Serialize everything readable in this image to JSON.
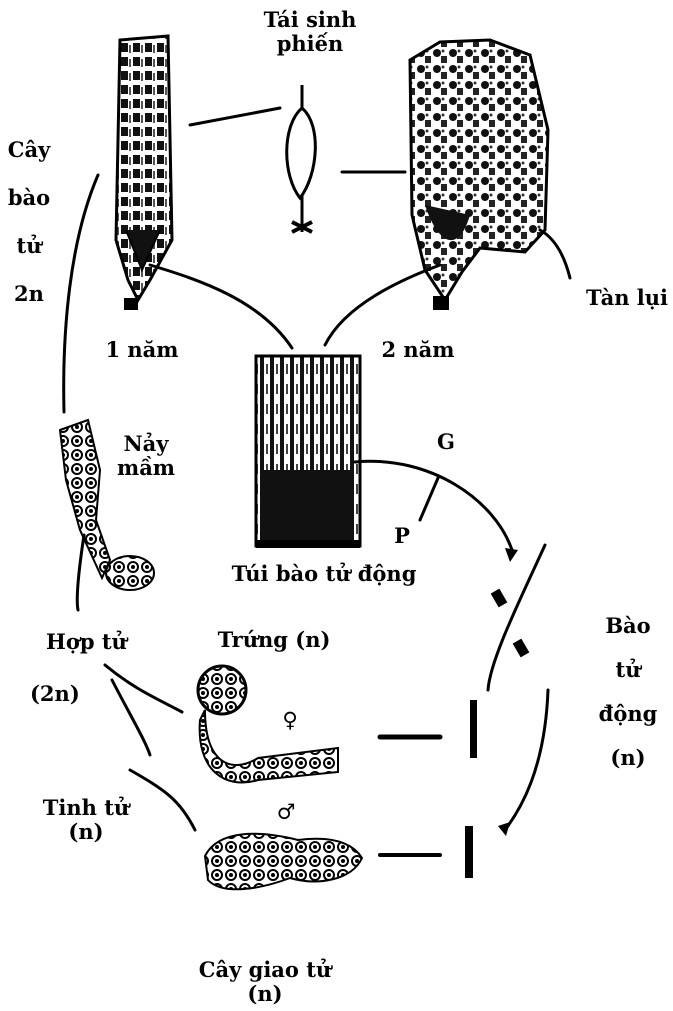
{
  "labels": {
    "regen_line1": "Tái sinh",
    "regen_line2": "phiến",
    "sporophyte_line1": "Cây",
    "sporophyte_line2": "bào",
    "sporophyte_line3": "tử",
    "sporophyte_line4": "2n",
    "decay": "Tàn lụi",
    "one_year": "1 năm",
    "two_years": "2 năm",
    "germinate_line1": "Nảy",
    "germinate_line2": "mầm",
    "g_mark": "G",
    "p_mark": "P",
    "zoosporangium": "Túi bào tử động",
    "egg": "Trứng (n)",
    "zoospore_line1": "Bào",
    "zoospore_line2": "tử",
    "zoospore_line3": "động",
    "zoospore_line4": "(n)",
    "zygote_line1": "Hợp tử",
    "zygote_line2": "(2n)",
    "sperm_line1": "Tinh tử",
    "sperm_line2": "(n)",
    "gametophyte_line1": "Cây giao tử",
    "gametophyte_line2": "(n)",
    "female_symbol": "♀",
    "male_symbol": "♂"
  }
}
